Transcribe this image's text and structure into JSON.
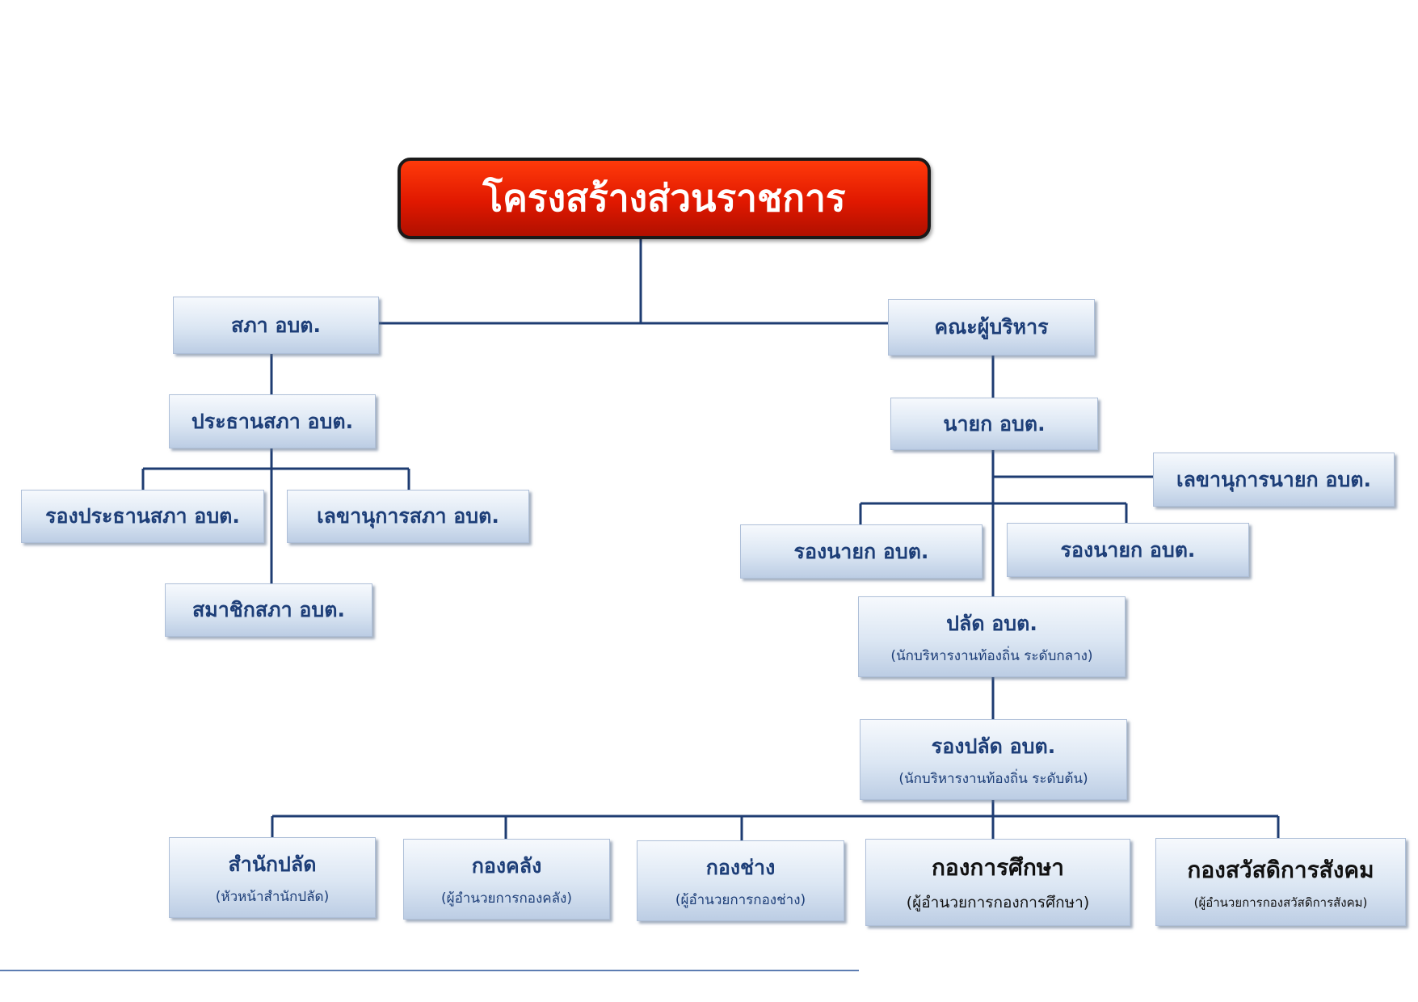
{
  "title": "โครงสร้างส่วนราชการ",
  "colors": {
    "title_bg": "#e01800",
    "node_text": "#1d3e78",
    "connector": "#1e3c72"
  },
  "council": {
    "head": "สภา อบต.",
    "chair": "ประธานสภา อบต.",
    "vice_chair": "รองประธานสภา อบต.",
    "secretary": "เลขานุการสภา อบต.",
    "members": "สมาชิกสภา อบต."
  },
  "executive": {
    "head": "คณะผู้บริหาร",
    "mayor": "นายก อบต.",
    "mayor_secretary": "เลขานุการนายก อบต.",
    "deputy_mayor_1": "รองนายก อบต.",
    "deputy_mayor_2": "รองนายก อบต.",
    "clerk": {
      "label": "ปลัด อบต.",
      "sub": "(นักบริหารงานท้องถิ่น ระดับกลาง)"
    },
    "deputy_clerk": {
      "label": "รองปลัด อบต.",
      "sub": "(นักบริหารงานท้องถิ่น ระดับต้น)"
    }
  },
  "departments": [
    {
      "label": "สำนักปลัด",
      "sub": "(หัวหน้าสำนักปลัด)"
    },
    {
      "label": "กองคลัง",
      "sub": "(ผู้อำนวยการกองคลัง)"
    },
    {
      "label": "กองช่าง",
      "sub": "(ผู้อำนวยการกองช่าง)"
    },
    {
      "label": "กองการศึกษา",
      "sub": "(ผู้อำนวยการกองการศึกษา)"
    },
    {
      "label": "กองสวัสดิการสังคม",
      "sub": "(ผู้อำนวยการกองสวัสดิการสังคม)"
    }
  ]
}
